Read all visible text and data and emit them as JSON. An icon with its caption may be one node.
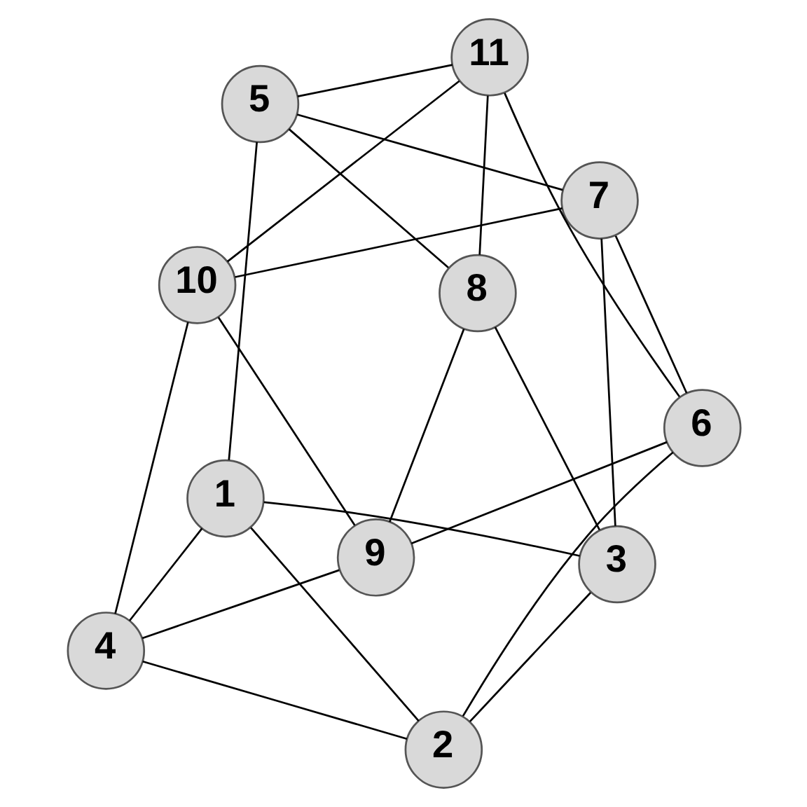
{
  "diagram": {
    "nodes": [
      {
        "text": [
          "1"
        ]
      },
      {
        "text": [
          "2"
        ]
      },
      {
        "text": [
          "3"
        ]
      },
      {
        "text": [
          "4"
        ]
      },
      {
        "text": [
          "5"
        ]
      },
      {
        "text": [
          "6"
        ]
      },
      {
        "text": [
          "7"
        ]
      },
      {
        "text": [
          "8"
        ]
      },
      {
        "text": [
          "9"
        ]
      },
      {
        "text": [
          "10"
        ]
      },
      {
        "text": [
          "11"
        ]
      }
    ],
    "edges": [
      {
        "from": 3,
        "to": 8,
        "arrow": "none"
      },
      {
        "from": 3,
        "to": 1,
        "arrow": "none"
      },
      {
        "from": 3,
        "to": 9,
        "arrow": "none"
      },
      {
        "from": 3,
        "to": 0,
        "arrow": "none"
      },
      {
        "from": 1,
        "to": 5,
        "arrow": "none"
      },
      {
        "from": 1,
        "to": 0,
        "arrow": "none"
      },
      {
        "from": 1,
        "to": 2,
        "arrow": "none"
      },
      {
        "from": 0,
        "to": 2,
        "arrow": "none"
      },
      {
        "from": 0,
        "to": 4,
        "arrow": "none"
      },
      {
        "from": 8,
        "to": 5,
        "arrow": "none"
      },
      {
        "from": 8,
        "to": 9,
        "arrow": "none"
      },
      {
        "from": 8,
        "to": 7,
        "arrow": "none"
      },
      {
        "from": 5,
        "to": 6,
        "arrow": "none"
      },
      {
        "from": 5,
        "to": 10,
        "arrow": "none"
      },
      {
        "from": 9,
        "to": 6,
        "arrow": "none"
      },
      {
        "from": 9,
        "to": 10,
        "arrow": "none"
      },
      {
        "from": 6,
        "to": 2,
        "arrow": "none"
      },
      {
        "from": 6,
        "to": 4,
        "arrow": "none"
      },
      {
        "from": 2,
        "to": 7,
        "arrow": "none"
      },
      {
        "from": 7,
        "to": 10,
        "arrow": "none"
      },
      {
        "from": 7,
        "to": 4,
        "arrow": "none"
      },
      {
        "from": 4,
        "to": 10,
        "arrow": "none"
      }
    ]
  }
}
